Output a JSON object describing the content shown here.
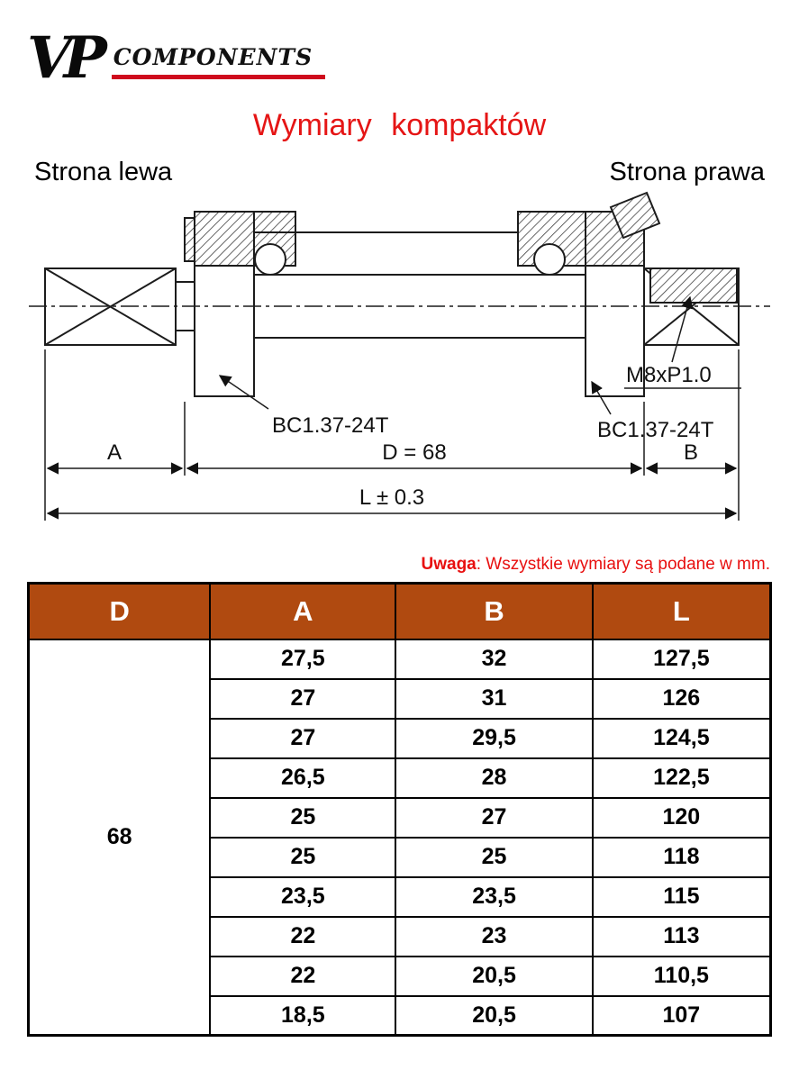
{
  "brand": {
    "mark": "VP",
    "name": "COMPONENTS"
  },
  "title": "Wymiary kompaktów",
  "diagram": {
    "side_left": "Strona lewa",
    "side_right": "Strona prawa",
    "threads": {
      "left": "BC1.37-24T",
      "right": "BC1.37-24T",
      "spindle": "M8xP1.0"
    },
    "dims": {
      "a": "A",
      "d": "D = 68",
      "b": "B",
      "l": "L ± 0.3"
    }
  },
  "note": {
    "label": "Uwaga",
    "text": ": Wszystkie wymiary są podane w mm."
  },
  "table": {
    "headers": [
      "D",
      "A",
      "B",
      "L"
    ],
    "d_value": "68",
    "rows": [
      [
        "27,5",
        "32",
        "127,5"
      ],
      [
        "27",
        "31",
        "126"
      ],
      [
        "27",
        "29,5",
        "124,5"
      ],
      [
        "26,5",
        "28",
        "122,5"
      ],
      [
        "25",
        "27",
        "120"
      ],
      [
        "25",
        "25",
        "118"
      ],
      [
        "23,5",
        "23,5",
        "115"
      ],
      [
        "22",
        "23",
        "113"
      ],
      [
        "22",
        "20,5",
        "110,5"
      ],
      [
        "18,5",
        "20,5",
        "107"
      ]
    ]
  },
  "colors": {
    "accent_red": "#e51515",
    "table_header_bg": "#b04a10"
  }
}
